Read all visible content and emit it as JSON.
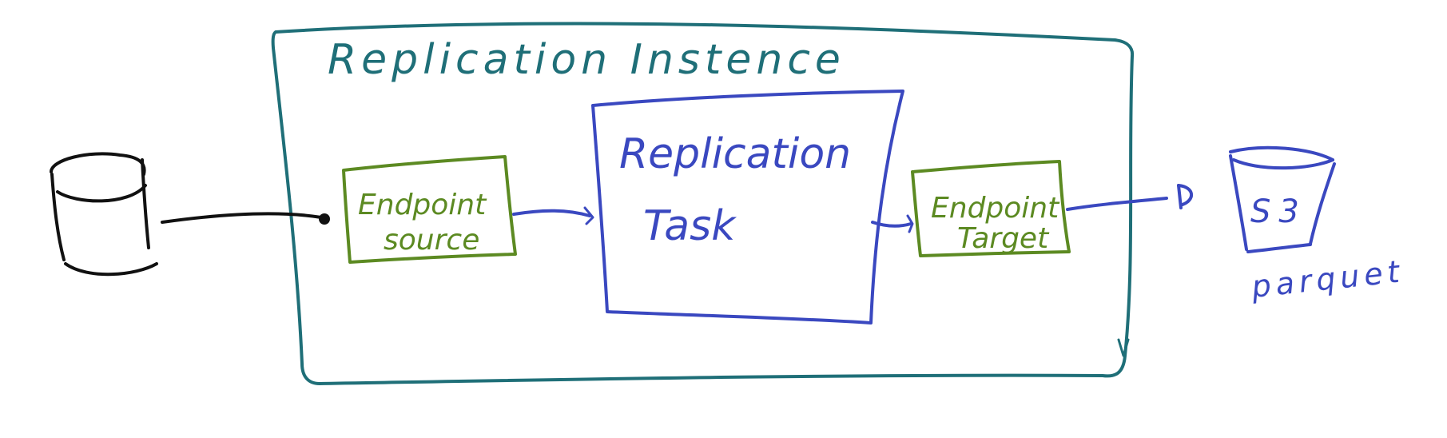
{
  "colors": {
    "instance": "#1f6f78",
    "task": "#3a48c0",
    "endpoint": "#5c8a22",
    "source_db": "#111111",
    "s3": "#3a48c0"
  },
  "replication_instance": {
    "label": "Replication Instence"
  },
  "replication_task": {
    "line1": "Replication",
    "line2": "Task"
  },
  "endpoint_source": {
    "line1": "Endpoint",
    "line2": "source"
  },
  "endpoint_target": {
    "line1": "Endpoint",
    "line2": "Target"
  },
  "source_database": {
    "icon": "database-cylinder-icon"
  },
  "s3_bucket": {
    "icon": "bucket-icon",
    "label": "S3",
    "caption": "parquet"
  }
}
